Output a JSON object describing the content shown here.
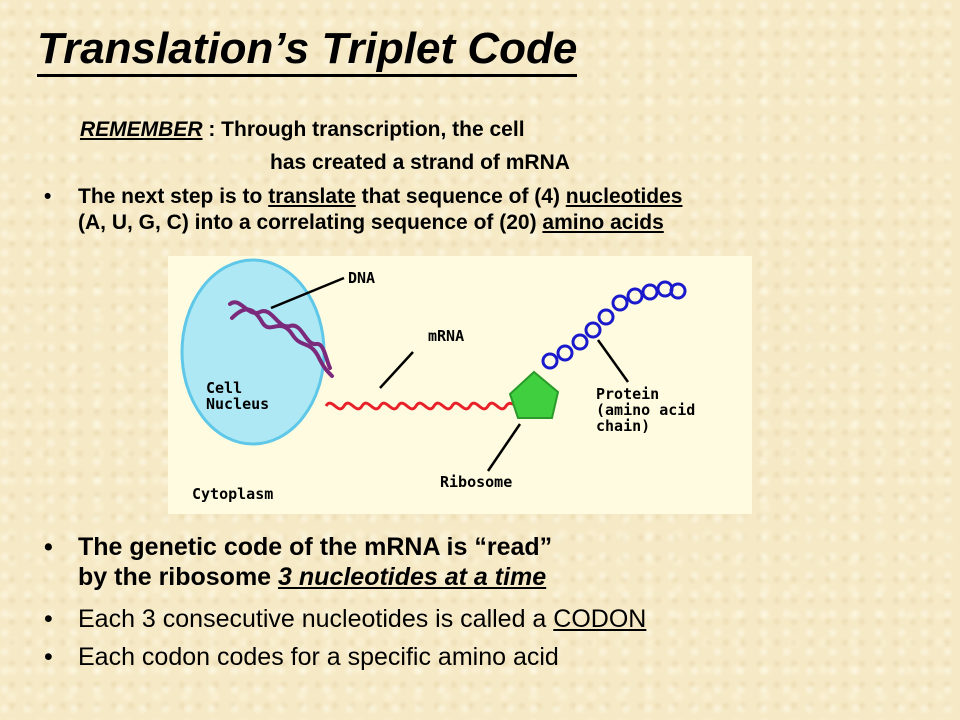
{
  "title": "Translation’s Triplet Code",
  "remember": {
    "keyword": "REMEMBER",
    "line1_rest": " : Through transcription, the cell",
    "line2": "has created a strand of mRNA"
  },
  "bullet1": {
    "part1": "The next step is to ",
    "translate": "translate",
    "part2": " that sequence of (4) ",
    "nucleotides": "nucleotides",
    "line2_part1": "(A, U, G, C) into a correlating sequence of (20) ",
    "amino_acids": "amino acids"
  },
  "diagram": {
    "dna_label": "DNA",
    "mrna_label": "mRNA",
    "cell_nucleus_label": "Cell\nNucleus",
    "protein_label": "Protein\n(amino acid\nchain)",
    "ribosome_label": "Ribosome",
    "cytoplasm_label": "Cytoplasm",
    "colors": {
      "nucleus_fill": "#aee8f4",
      "nucleus_stroke": "#5fc8e8",
      "dna": "#7b2a7b",
      "mrna": "#e8202a",
      "ribosome_fill": "#3fcf3f",
      "protein_bead": "#1a1acc"
    }
  },
  "lower": {
    "bullet_char": "•",
    "item1_part1": "The genetic code of the mRNA is “read”",
    "item1_line2_part1": "by the ribosome ",
    "item1_emphasis": "3 nucleotides at a time",
    "item2_part1": "Each 3 consecutive nucleotides is called a ",
    "item2_codon": "CODON",
    "item3": "Each codon codes for a specific amino acid"
  }
}
